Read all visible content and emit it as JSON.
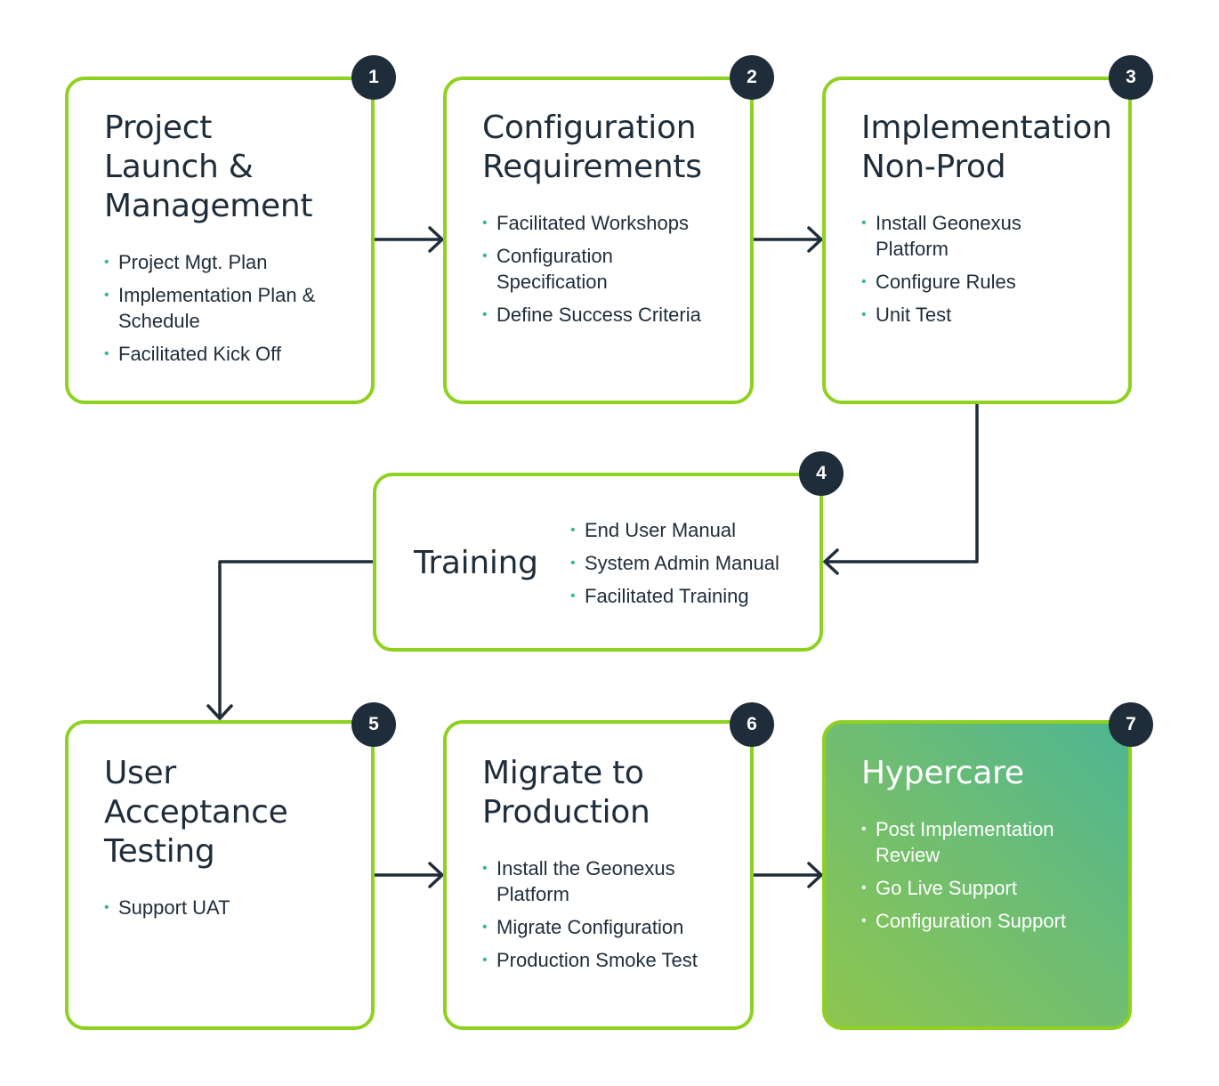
{
  "steps": [
    {
      "number": "1",
      "title": "Project\nLaunch &\nManagement",
      "items": [
        "Project Mgt. Plan",
        "Implementation Plan &\nSchedule",
        "Facilitated Kick Off"
      ]
    },
    {
      "number": "2",
      "title": "Configuration\nRequirements",
      "items": [
        "Facilitated Workshops",
        "Configuration\nSpecification",
        "Define Success Criteria"
      ]
    },
    {
      "number": "3",
      "title": "Implementation\nNon-Prod",
      "items": [
        "Install Geonexus\nPlatform",
        "Configure Rules",
        "Unit Test"
      ]
    },
    {
      "number": "4",
      "title": "Training",
      "items": [
        "End User Manual",
        "System Admin Manual",
        "Facilitated Training"
      ]
    },
    {
      "number": "5",
      "title": "User\nAcceptance\nTesting",
      "items": [
        "Support UAT"
      ]
    },
    {
      "number": "6",
      "title": "Migrate to\nProduction",
      "items": [
        "Install the Geonexus\nPlatform",
        "Migrate Configuration",
        "Production Smoke Test"
      ]
    },
    {
      "number": "7",
      "title": "Hypercare",
      "items": [
        "Post Implementation\nReview",
        "Go Live Support",
        "Configuration Support"
      ]
    }
  ],
  "colors": {
    "card_border": "#8fd11f",
    "badge_fill": "#1f2d3a",
    "text": "#1f2d3a",
    "bullet": "#3bb59a",
    "arrow": "#1f2d3a",
    "hypercare_gradient": [
      "#4eb592",
      "#8ec64f"
    ]
  }
}
